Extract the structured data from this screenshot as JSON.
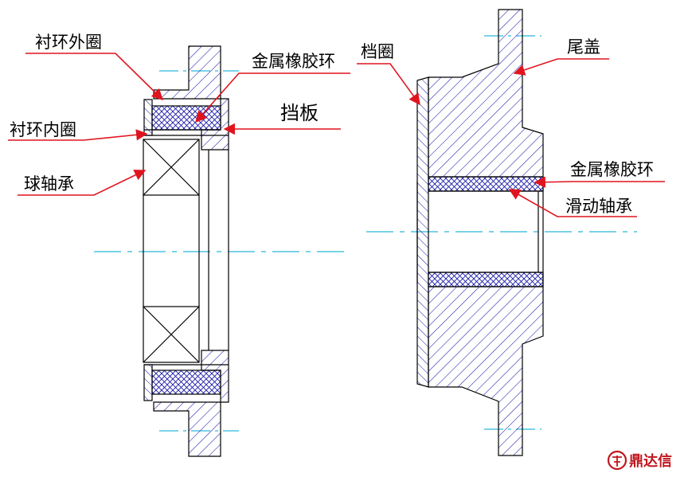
{
  "labels": {
    "outer_ring": "衬环外圈",
    "metal_rubber_ring_left": "金属橡胶环",
    "baffle": "挡板",
    "inner_ring": "衬环内圈",
    "ball_bearing": "球轴承",
    "retaining_ring": "档圈",
    "tail_cover": "尾盖",
    "metal_rubber_ring_right": "金属橡胶环",
    "sliding_bearing": "滑动轴承"
  },
  "watermark": {
    "text": "鼎达信"
  },
  "colors": {
    "outline": "#000000",
    "hatch": "#1a1aa8",
    "centerline": "#29b6d9",
    "leader": "#e0141e",
    "watermark": "#c0171f"
  }
}
